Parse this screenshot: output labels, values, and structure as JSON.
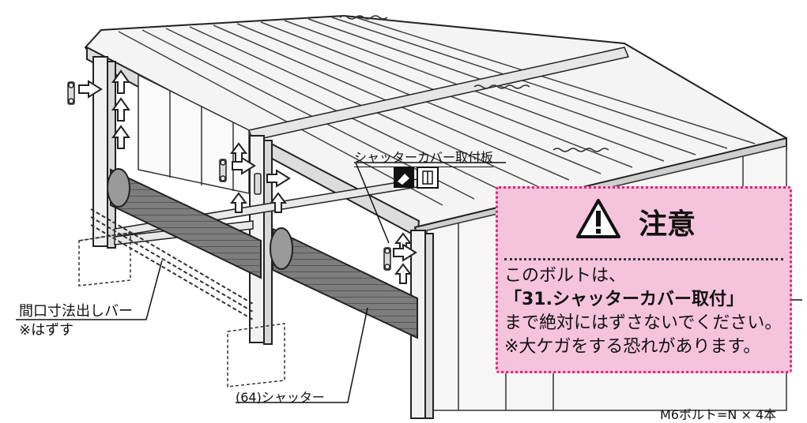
{
  "labels": {
    "shutter_cover_plate": "シャッターカバー取付板",
    "gap_bar_line1": "間口寸法出しバー",
    "gap_bar_line2": "※はずす",
    "shutter": "(64)シャッター",
    "bolt_note": "M6ボルト=N × 4本"
  },
  "caution": {
    "title": "注意",
    "line1": "このボルトは、",
    "line2": "「31.シャッターカバー取付」",
    "line3": "まで絶対にはずさないでください。",
    "line4": "※大ケガをする恐れがあります。",
    "border_color": "#e0247a",
    "background_color": "#f5c3dc"
  },
  "icons": [
    "warning-triangle-icon",
    "wrench-icon",
    "bolt-icon",
    "up-arrow-icon",
    "right-arrow-icon"
  ]
}
